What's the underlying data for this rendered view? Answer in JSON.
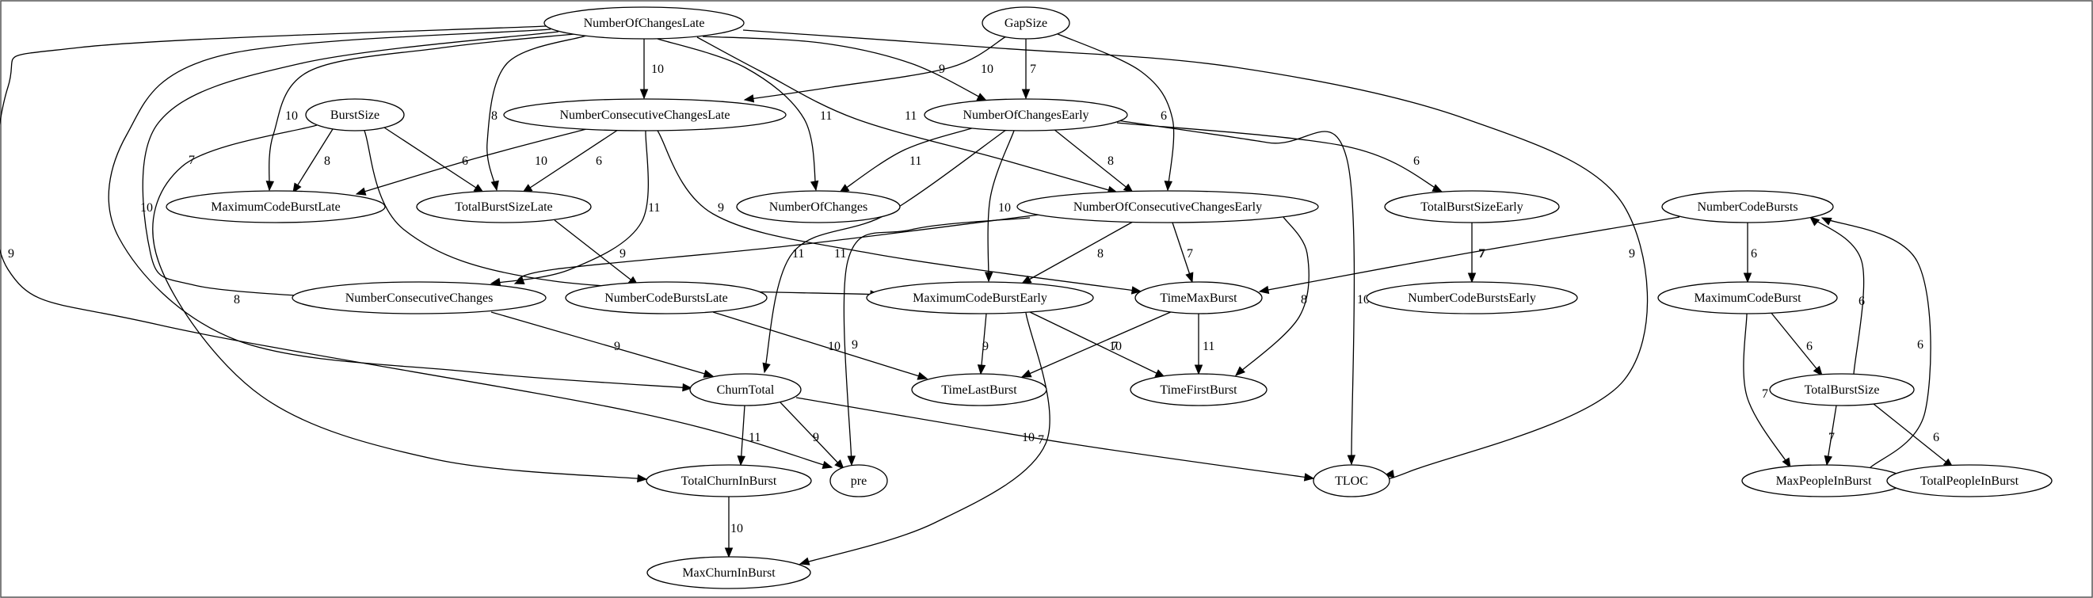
{
  "nodes": [
    {
      "id": "NumberOfChangesLate",
      "label": "NumberOfChangesLate"
    },
    {
      "id": "GapSize",
      "label": "GapSize"
    },
    {
      "id": "BurstSize",
      "label": "BurstSize"
    },
    {
      "id": "NumberConsecutiveChangesLate",
      "label": "NumberConsecutiveChangesLate"
    },
    {
      "id": "NumberOfChangesEarly",
      "label": "NumberOfChangesEarly"
    },
    {
      "id": "MaximumCodeBurstLate",
      "label": "MaximumCodeBurstLate"
    },
    {
      "id": "TotalBurstSizeLate",
      "label": "TotalBurstSizeLate"
    },
    {
      "id": "NumberOfChanges",
      "label": "NumberOfChanges"
    },
    {
      "id": "NumberOfConsecutiveChangesEarly",
      "label": "NumberOfConsecutiveChangesEarly"
    },
    {
      "id": "TotalBurstSizeEarly",
      "label": "TotalBurstSizeEarly"
    },
    {
      "id": "NumberCodeBursts",
      "label": "NumberCodeBursts"
    },
    {
      "id": "NumberConsecutiveChanges",
      "label": "NumberConsecutiveChanges"
    },
    {
      "id": "NumberCodeBurstsLate",
      "label": "NumberCodeBurstsLate"
    },
    {
      "id": "MaximumCodeBurstEarly",
      "label": "MaximumCodeBurstEarly"
    },
    {
      "id": "TimeMaxBurst",
      "label": "TimeMaxBurst"
    },
    {
      "id": "NumberCodeBurstsEarly",
      "label": "NumberCodeBurstsEarly"
    },
    {
      "id": "MaximumCodeBurst",
      "label": "MaximumCodeBurst"
    },
    {
      "id": "ChurnTotal",
      "label": "ChurnTotal"
    },
    {
      "id": "TimeLastBurst",
      "label": "TimeLastBurst"
    },
    {
      "id": "TimeFirstBurst",
      "label": "TimeFirstBurst"
    },
    {
      "id": "TotalBurstSize",
      "label": "TotalBurstSize"
    },
    {
      "id": "TotalChurnInBurst",
      "label": "TotalChurnInBurst"
    },
    {
      "id": "pre",
      "label": "pre"
    },
    {
      "id": "TLOC",
      "label": "TLOC"
    },
    {
      "id": "MaxPeopleInBurst",
      "label": "MaxPeopleInBurst"
    },
    {
      "id": "TotalPeopleInBurst",
      "label": "TotalPeopleInBurst"
    },
    {
      "id": "MaxChurnInBurst",
      "label": "MaxChurnInBurst"
    }
  ],
  "edges": [
    {
      "from": "NumberOfChangesLate",
      "to": "NumberConsecutiveChangesLate",
      "label": "10"
    },
    {
      "from": "NumberOfChangesLate",
      "to": "NumberOfChangesEarly",
      "label": "9"
    },
    {
      "from": "NumberOfChangesLate",
      "to": "MaximumCodeBurstLate",
      "label": "10"
    },
    {
      "from": "NumberOfChangesLate",
      "to": "TotalBurstSizeLate",
      "label": "8"
    },
    {
      "from": "NumberOfChangesLate",
      "to": "NumberOfChanges",
      "label": "11"
    },
    {
      "from": "NumberOfChangesLate",
      "to": "NumberOfConsecutiveChangesEarly",
      "label": "11"
    },
    {
      "from": "NumberOfChangesLate",
      "to": "NumberConsecutiveChanges",
      "label": "7"
    },
    {
      "from": "NumberOfChangesLate",
      "to": "ChurnTotal",
      "label": "10"
    },
    {
      "from": "NumberOfChangesLate",
      "to": "pre",
      "label": "9"
    },
    {
      "from": "NumberOfChangesLate",
      "to": "TLOC",
      "label": "9"
    },
    {
      "from": "GapSize",
      "to": "NumberConsecutiveChangesLate",
      "label": "10"
    },
    {
      "from": "GapSize",
      "to": "NumberOfChangesEarly",
      "label": "7"
    },
    {
      "from": "GapSize",
      "to": "NumberOfConsecutiveChangesEarly",
      "label": "6"
    },
    {
      "from": "BurstSize",
      "to": "MaximumCodeBurstLate",
      "label": "8"
    },
    {
      "from": "BurstSize",
      "to": "TotalBurstSizeLate",
      "label": "6"
    },
    {
      "from": "BurstSize",
      "to": "MaximumCodeBurstEarly",
      "label": "7"
    },
    {
      "from": "BurstSize",
      "to": "TotalChurnInBurst",
      "label": "8"
    },
    {
      "from": "NumberConsecutiveChangesLate",
      "to": "MaximumCodeBurstLate",
      "label": "10"
    },
    {
      "from": "NumberConsecutiveChangesLate",
      "to": "TotalBurstSizeLate",
      "label": "6"
    },
    {
      "from": "NumberConsecutiveChangesLate",
      "to": "NumberConsecutiveChanges",
      "label": "11"
    },
    {
      "from": "NumberConsecutiveChangesLate",
      "to": "TimeMaxBurst",
      "label": "9"
    },
    {
      "from": "NumberOfChangesEarly",
      "to": "NumberOfChanges",
      "label": "11"
    },
    {
      "from": "NumberOfChangesEarly",
      "to": "NumberOfConsecutiveChangesEarly",
      "label": "8"
    },
    {
      "from": "NumberOfChangesEarly",
      "to": "TotalBurstSizeEarly",
      "label": "6"
    },
    {
      "from": "NumberOfChangesEarly",
      "to": "MaximumCodeBurstEarly",
      "label": "10"
    },
    {
      "from": "NumberOfChangesEarly",
      "to": "ChurnTotal",
      "label": "11"
    },
    {
      "from": "NumberOfChangesEarly",
      "to": "TLOC",
      "label": "10"
    },
    {
      "from": "TotalBurstSizeLate",
      "to": "NumberCodeBurstsLate",
      "label": "9"
    },
    {
      "from": "NumberOfConsecutiveChangesEarly",
      "to": "NumberConsecutiveChanges",
      "label": "11"
    },
    {
      "from": "NumberOfConsecutiveChangesEarly",
      "to": "MaximumCodeBurstEarly",
      "label": "8"
    },
    {
      "from": "NumberOfConsecutiveChangesEarly",
      "to": "TimeMaxBurst",
      "label": "7"
    },
    {
      "from": "NumberOfConsecutiveChangesEarly",
      "to": "TimeFirstBurst",
      "label": "8"
    },
    {
      "from": "NumberOfConsecutiveChangesEarly",
      "to": "pre",
      "label": "9"
    },
    {
      "from": "TotalBurstSizeEarly",
      "to": "NumberCodeBurstsEarly",
      "label": "7"
    },
    {
      "from": "NumberCodeBursts",
      "to": "TimeMaxBurst",
      "label": "7"
    },
    {
      "from": "NumberCodeBursts",
      "to": "MaximumCodeBurst",
      "label": "6"
    },
    {
      "from": "NumberConsecutiveChanges",
      "to": "ChurnTotal",
      "label": "9"
    },
    {
      "from": "NumberCodeBurstsLate",
      "to": "TimeLastBurst",
      "label": "10"
    },
    {
      "from": "MaximumCodeBurstEarly",
      "to": "TimeLastBurst",
      "label": "9"
    },
    {
      "from": "MaximumCodeBurstEarly",
      "to": "TimeFirstBurst",
      "label": "7"
    },
    {
      "from": "MaximumCodeBurstEarly",
      "to": "MaxChurnInBurst",
      "label": "7"
    },
    {
      "from": "TimeMaxBurst",
      "to": "TimeLastBurst",
      "label": "10"
    },
    {
      "from": "TimeMaxBurst",
      "to": "TimeFirstBurst",
      "label": "11"
    },
    {
      "from": "MaximumCodeBurst",
      "to": "TotalBurstSize",
      "label": "6"
    },
    {
      "from": "MaximumCodeBurst",
      "to": "MaxPeopleInBurst",
      "label": "7"
    },
    {
      "from": "TotalBurstSize",
      "to": "NumberCodeBursts",
      "label": "6"
    },
    {
      "from": "TotalBurstSize",
      "to": "MaxPeopleInBurst",
      "label": "7"
    },
    {
      "from": "TotalBurstSize",
      "to": "TotalPeopleInBurst",
      "label": "6"
    },
    {
      "from": "MaxPeopleInBurst",
      "to": "NumberCodeBursts",
      "label": "6"
    },
    {
      "from": "ChurnTotal",
      "to": "TotalChurnInBurst",
      "label": "11"
    },
    {
      "from": "ChurnTotal",
      "to": "pre",
      "label": "9"
    },
    {
      "from": "ChurnTotal",
      "to": "TLOC",
      "label": "10"
    },
    {
      "from": "TotalChurnInBurst",
      "to": "MaxChurnInBurst",
      "label": "10"
    }
  ]
}
